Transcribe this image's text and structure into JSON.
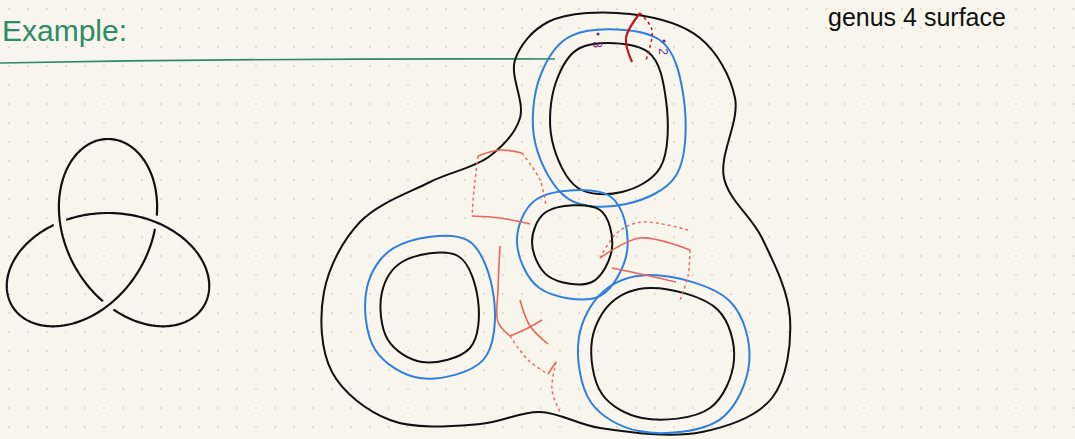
{
  "diagram": {
    "title": "Example:",
    "labels": [
      "genus 4 surface",
      "3",
      "2"
    ]
  }
}
